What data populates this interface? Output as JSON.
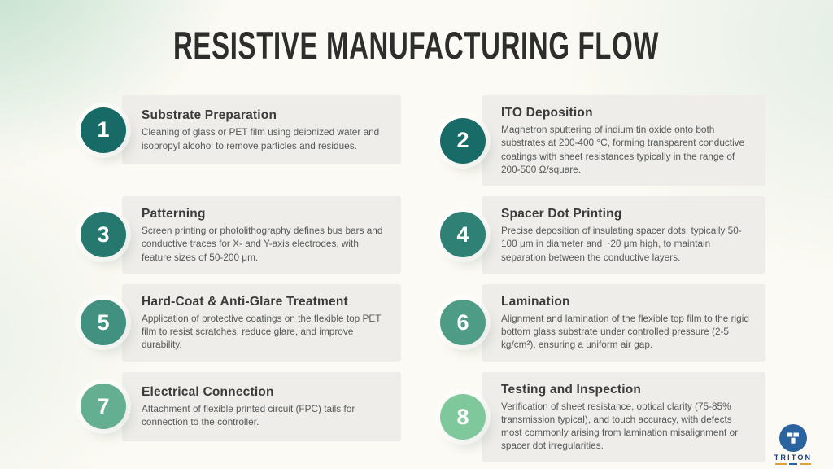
{
  "title": "RESISTIVE MANUFACTURING FLOW",
  "steps": [
    {
      "number": "1",
      "title": "Substrate Preparation",
      "description": "Cleaning of glass or PET film using deionized water and isopropyl alcohol to remove particles and residues.",
      "color": "#176a66"
    },
    {
      "number": "2",
      "title": "ITO Deposition",
      "description": "Magnetron sputtering of indium tin oxide onto both substrates at 200-400 °C, forming transparent conductive coatings with sheet resistances typically in the range of 200-500 Ω/square.",
      "color": "#196b67"
    },
    {
      "number": "3",
      "title": "Patterning",
      "description": "Screen printing or photolithography defines bus bars and conductive traces for X- and Y-axis electrodes, with feature sizes of 50-200 μm.",
      "color": "#26786f"
    },
    {
      "number": "4",
      "title": "Spacer Dot Printing",
      "description": "Precise deposition of insulating spacer dots, typically 50-100 μm in diameter and ~20 μm high, to maintain separation between the conductive layers.",
      "color": "#2f8175"
    },
    {
      "number": "5",
      "title": "Hard-Coat & Anti-Glare Treatment",
      "description": "Application of protective coatings on the flexible top PET film to resist scratches, reduce glare, and improve durability.",
      "color": "#429180"
    },
    {
      "number": "6",
      "title": "Lamination",
      "description": "Alignment and lamination of the flexible top film to the rigid bottom glass substrate under controlled pressure (2-5 kg/cm²), ensuring a uniform air gap.",
      "color": "#4e9c86"
    },
    {
      "number": "7",
      "title": "Electrical Connection",
      "description": "Attachment of flexible printed circuit (FPC) tails for connection to the controller.",
      "color": "#64af92"
    },
    {
      "number": "8",
      "title": "Testing and Inspection",
      "description": "Verification of sheet resistance, optical clarity (75-85% transmission typical), and touch accuracy, with defects most commonly arising from lamination misalignment or spacer dot irregularities.",
      "color": "#7fc89c"
    }
  ],
  "logo": {
    "brand": "TRITON"
  }
}
